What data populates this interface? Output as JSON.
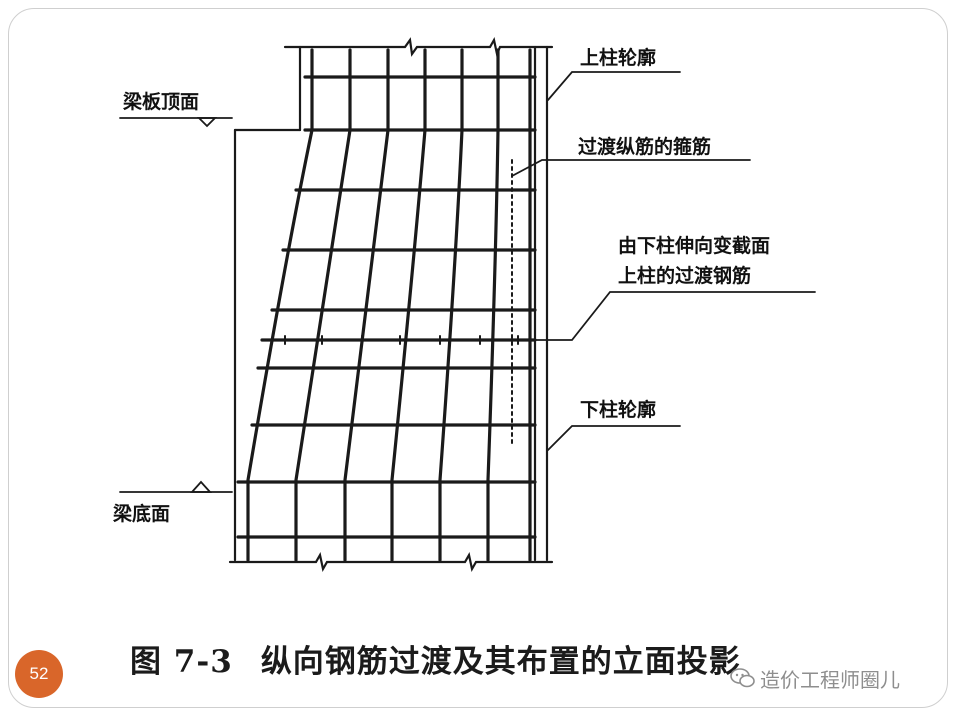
{
  "labels": {
    "beam_top": "梁板顶面",
    "beam_bottom": "梁底面",
    "upper_outline": "上柱轮廓",
    "stirrup": "过渡纵筋的箍筋",
    "transition_line1": "由下柱伸向变截面",
    "transition_line2": "上柱的过渡钢筋",
    "lower_outline": "下柱轮廓"
  },
  "caption": {
    "number": "图 7-3",
    "text": "纵向钢筋过渡及其布置的立面投影"
  },
  "page_number": "52",
  "watermark": "造价工程师圈儿",
  "colors": {
    "badge": "#d9662a",
    "line": "#1a1a1a"
  }
}
